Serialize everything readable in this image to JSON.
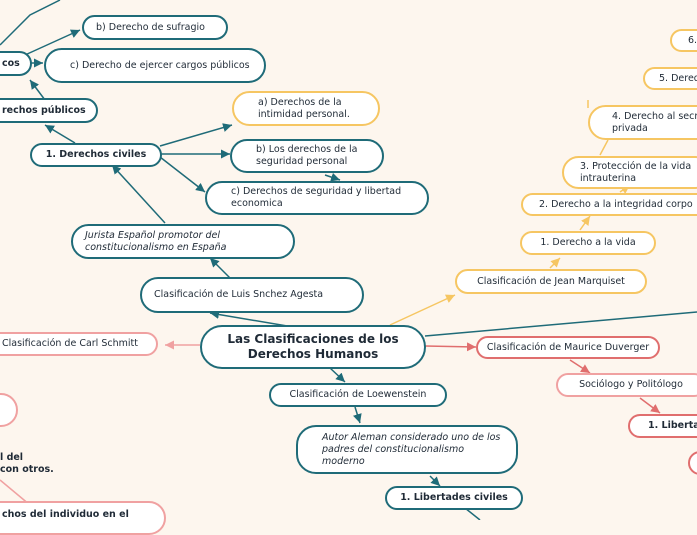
{
  "root": "Las Clasificaciones de los Derechos Humanos",
  "left_branch": {
    "luis_sanchez": "Clasificación de Luis Snchez Agesta",
    "jurista": "Jurista Español promotor del constitucionalismo en España",
    "civiles": "1. Derechos civiles",
    "publicos": "rechos públicos",
    "politicos": "cos",
    "sufragio": "b) Derecho de sufragio",
    "cargos": "c) Derecho de ejercer cargos públicos",
    "intimidad": "a) Derechos de la intimidad personal.",
    "seguridad_personal": "b) Los derechos de la seguridad personal",
    "seguridad_economica": "c) Derechos de seguridad y libertad economica",
    "carl_schmitt": "Clasificación de Carl Schmitt",
    "cut_text_1": "l del",
    "cut_text_2": "con otros.",
    "cut_text_3": "chos del individuo en el"
  },
  "bottom_branch": {
    "loewenstein": "Clasificación de Loewenstein",
    "autor": "Autor Aleman considerado uno de los padres del constitucionalismo moderno",
    "libertades": "1. Libertades civiles"
  },
  "right_branch": {
    "marquiset": "Clasificación de Jean Marquiset",
    "vida": "1. Derecho a la vida",
    "integridad": "2. Derecho a la integridad corpo",
    "intrauterina": "3. Protección de la vida intrauterina",
    "seguridad_privada": "4. Derecho al secr privada",
    "item5": "5. Dered",
    "item6": "6.",
    "duverger": "Clasificación de Maurice Duverger",
    "sociologo": "Sociólogo y Politólogo",
    "libertad": "1. Libertad"
  }
}
